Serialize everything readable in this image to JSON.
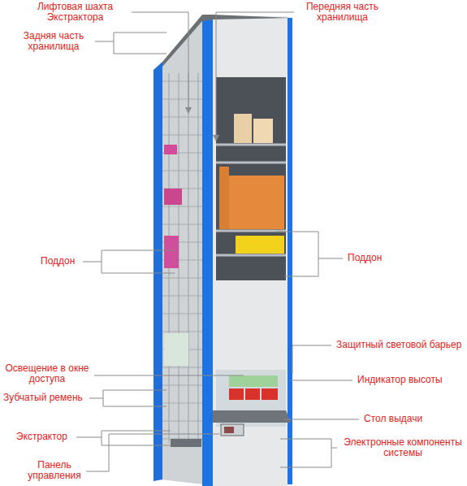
{
  "diagram": {
    "labels": [
      "Лифтовая шахта Экстрактора",
      "Передняя часть хранилища",
      "Задняя часть хранилища",
      "Поддон",
      "Поддон",
      "Защитный световой барьер",
      "Освещение в окне доступа",
      "Индикатор высоты",
      "Зубчатый ремень",
      "Стол выдачи",
      "Экстрактор",
      "Электронные компоненты системы",
      "Панель управления"
    ]
  }
}
